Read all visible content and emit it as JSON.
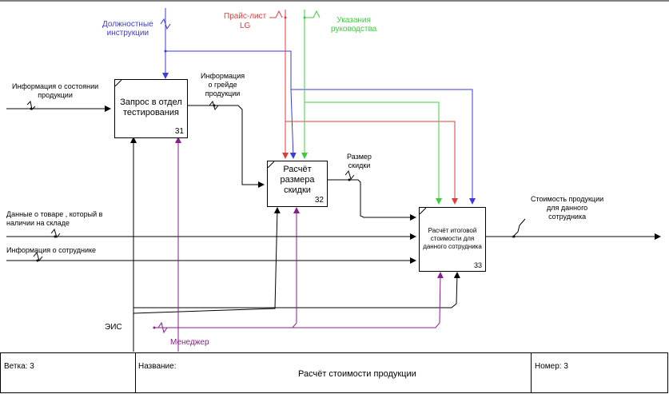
{
  "colors": {
    "black": "#000000",
    "blue": "#3a3adf",
    "red": "#e23b3b",
    "green": "#3ccf3c",
    "purple": "#8a1e8a"
  },
  "boxes": {
    "b31": {
      "title": "Запрос в отдел тестирования",
      "num": "31"
    },
    "b32": {
      "title": "Расчёт размера скидки",
      "num": "32"
    },
    "b33": {
      "title": "Расчёт итоговой стоимости для данного сотрудника",
      "num": "33"
    }
  },
  "labels": {
    "instructions": "Должностные\nинструкции",
    "pricelist": "Прайс-лист\nLG",
    "guidance": "Указания\nруководства",
    "product_state": "Информация о состоянии\nпродукции",
    "grade_info": "Информация\nо грейде\nпродукции",
    "discount_size": "Размер\nскидки",
    "product_data": "Данные о товаре , который в\nналичии на складе",
    "employee_info": "Информация о сотруднике",
    "final_cost": "Стоимость продукции\nдля данного\nсотрудника",
    "eis": "ЭИС",
    "manager": "Менеджер"
  },
  "footer": {
    "branch": "Ветка: 3",
    "name_label": "Название:",
    "name_value": "Расчёт стоимости продукции",
    "number": "Номер: 3"
  }
}
